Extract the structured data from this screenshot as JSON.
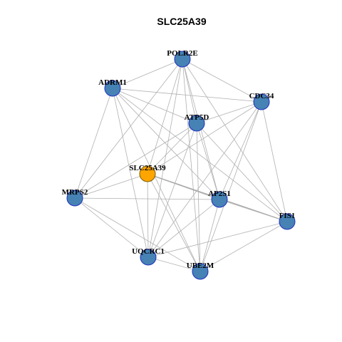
{
  "title": "SLC25A39",
  "colors": {
    "hub_fill": "#FFA500",
    "hub_stroke": "#7a5a00",
    "node_fill": "#4682B4",
    "node_stroke": "#1f2fbf",
    "edge": "#b0b0b0"
  },
  "nodes": [
    {
      "id": "POLR2E",
      "label": "POLR2E",
      "hub": false
    },
    {
      "id": "ADRM1",
      "label": "ADRM1",
      "hub": false
    },
    {
      "id": "CDC34",
      "label": "CDC34",
      "hub": false
    },
    {
      "id": "ATP5D",
      "label": "ATP5D",
      "hub": false
    },
    {
      "id": "SLC25A39",
      "label": "SLC25A39",
      "hub": true
    },
    {
      "id": "MRPS2",
      "label": "MRPS2",
      "hub": false
    },
    {
      "id": "AP2S1",
      "label": "AP2S1",
      "hub": false
    },
    {
      "id": "FIS1",
      "label": "FIS1",
      "hub": false
    },
    {
      "id": "UQCRC1",
      "label": "UQCRC1",
      "hub": false
    },
    {
      "id": "UBE2M",
      "label": "UBE2M",
      "hub": false
    }
  ],
  "edges": [
    [
      "POLR2E",
      "ADRM1"
    ],
    [
      "POLR2E",
      "CDC34"
    ],
    [
      "POLR2E",
      "ATP5D"
    ],
    [
      "POLR2E",
      "SLC25A39"
    ],
    [
      "POLR2E",
      "MRPS2"
    ],
    [
      "POLR2E",
      "AP2S1"
    ],
    [
      "POLR2E",
      "FIS1"
    ],
    [
      "POLR2E",
      "UQCRC1"
    ],
    [
      "POLR2E",
      "UBE2M"
    ],
    [
      "ADRM1",
      "CDC34"
    ],
    [
      "ADRM1",
      "ATP5D"
    ],
    [
      "ADRM1",
      "MRPS2"
    ],
    [
      "ADRM1",
      "AP2S1"
    ],
    [
      "ADRM1",
      "UQCRC1"
    ],
    [
      "ADRM1",
      "UBE2M"
    ],
    [
      "ADRM1",
      "FIS1"
    ],
    [
      "CDC34",
      "ATP5D"
    ],
    [
      "CDC34",
      "SLC25A39"
    ],
    [
      "CDC34",
      "AP2S1"
    ],
    [
      "CDC34",
      "FIS1"
    ],
    [
      "CDC34",
      "UQCRC1"
    ],
    [
      "CDC34",
      "UBE2M"
    ],
    [
      "ATP5D",
      "SLC25A39"
    ],
    [
      "ATP5D",
      "MRPS2"
    ],
    [
      "ATP5D",
      "AP2S1"
    ],
    [
      "ATP5D",
      "UQCRC1"
    ],
    [
      "ATP5D",
      "UBE2M"
    ],
    [
      "ATP5D",
      "FIS1"
    ],
    [
      "SLC25A39",
      "MRPS2"
    ],
    [
      "SLC25A39",
      "AP2S1"
    ],
    [
      "SLC25A39",
      "FIS1"
    ],
    [
      "SLC25A39",
      "UQCRC1"
    ],
    [
      "SLC25A39",
      "UBE2M"
    ],
    [
      "MRPS2",
      "AP2S1"
    ],
    [
      "MRPS2",
      "UQCRC1"
    ],
    [
      "MRPS2",
      "UBE2M"
    ],
    [
      "AP2S1",
      "FIS1"
    ],
    [
      "AP2S1",
      "UQCRC1"
    ],
    [
      "AP2S1",
      "UBE2M"
    ],
    [
      "FIS1",
      "UQCRC1"
    ],
    [
      "FIS1",
      "UBE2M"
    ],
    [
      "UQCRC1",
      "UBE2M"
    ]
  ],
  "strong_edges": [
    [
      "SLC25A39",
      "FIS1"
    ]
  ]
}
